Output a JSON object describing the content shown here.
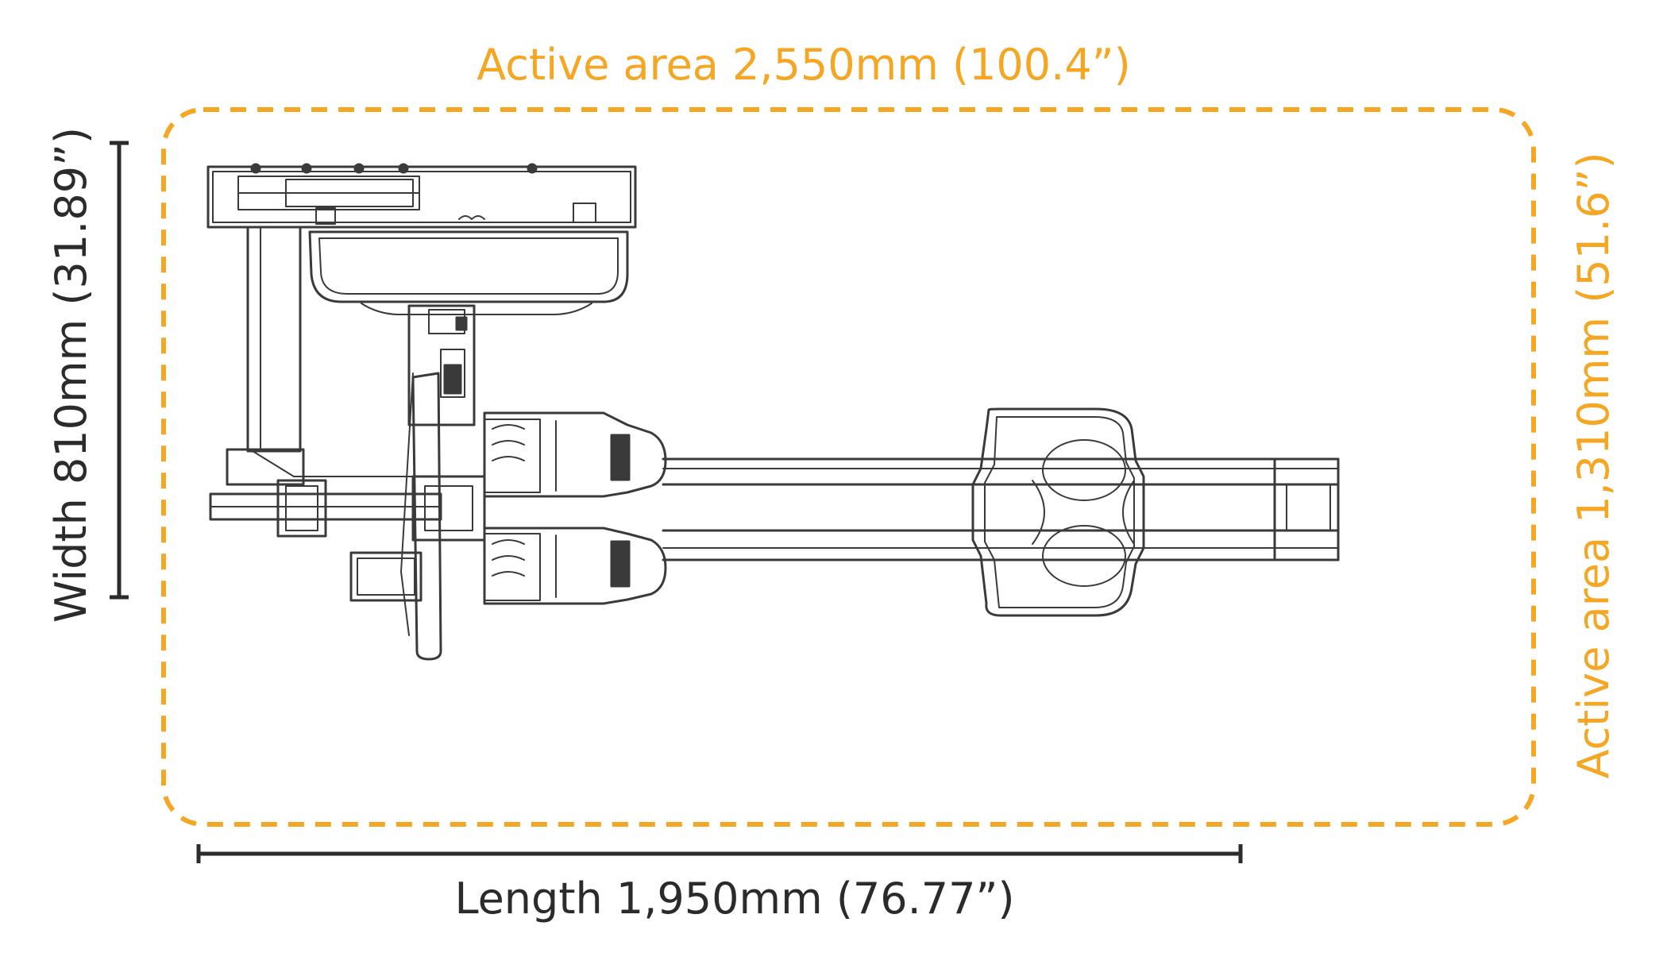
{
  "labels": {
    "active_area_length": "Active area 2,550mm (100.4”)",
    "active_area_width": "Active area 1,310mm (51.6”)",
    "width": "Width 810mm (31.89”)",
    "length": "Length 1,950mm (76.77”)"
  },
  "colors": {
    "active_area": "#F5A623",
    "dimension": "#2b2b2b",
    "drawing": "#3a3a3a"
  }
}
